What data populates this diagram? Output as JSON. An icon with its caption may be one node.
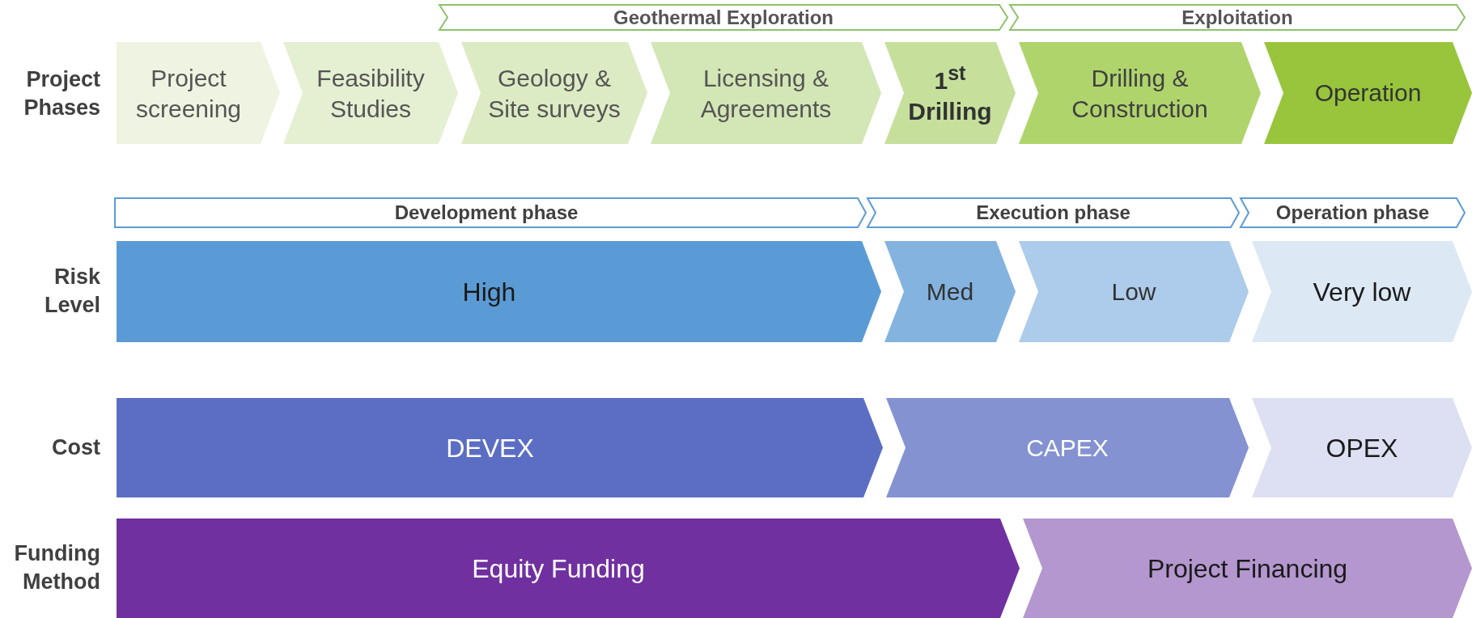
{
  "diagram": {
    "nodes": [
      {
        "text": [
          "Geothermal Exploration"
        ]
      },
      {
        "text": [
          "Exploitation"
        ]
      },
      {
        "text": [
          "Project screening"
        ]
      },
      {
        "text": [
          "Feasibility Studies"
        ]
      },
      {
        "text": [
          "Geology & Site surveys"
        ]
      },
      {
        "text": [
          "Licensing & Agreements"
        ]
      },
      {
        "text": [
          "1$^{st}$ Drilling"
        ]
      },
      {
        "text": [
          "Drilling & Construction"
        ]
      },
      {
        "text": [
          "Operation"
        ]
      },
      {
        "text": [
          "Development phase"
        ]
      },
      {
        "text": [
          "Execution phase"
        ]
      },
      {
        "text": [
          "Operation phase"
        ]
      },
      {
        "text": [
          "High"
        ]
      },
      {
        "text": [
          "Med"
        ]
      },
      {
        "text": [
          "Low"
        ]
      },
      {
        "text": [
          "Very low"
        ]
      },
      {
        "text": [
          "DEVEX"
        ]
      },
      {
        "text": [
          "CAPEX"
        ]
      },
      {
        "text": [
          "OPEX"
        ]
      },
      {
        "text": [
          "Equity Funding"
        ]
      },
      {
        "text": [
          "Project Financing"
        ]
      }
    ],
    "edges": [],
    "labels": [
      "Project Phases",
      "Risk Level",
      "Cost",
      "Funding Method"
    ]
  }
}
